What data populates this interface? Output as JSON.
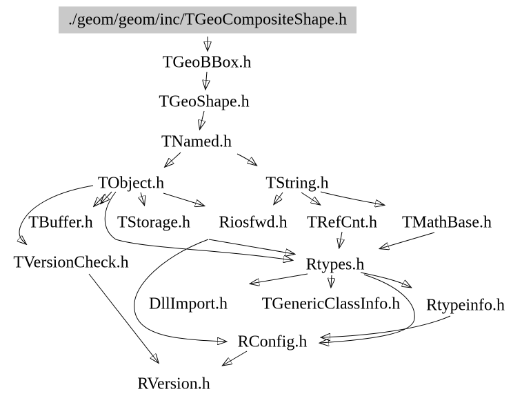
{
  "diagram": {
    "kind": "include-dependency-graph",
    "colors": {
      "background": "#ffffff",
      "edge": "#000000",
      "text": "#000000",
      "root_node_background": "#c9c9c9"
    }
  },
  "graph": {
    "nodes": [
      {
        "id": "root",
        "label": "./geom/geom/inc/TGeoCompositeShape.h"
      },
      {
        "id": "tgeobbox",
        "label": "TGeoBBox.h"
      },
      {
        "id": "tgeoshape",
        "label": "TGeoShape.h"
      },
      {
        "id": "tnamed",
        "label": "TNamed.h"
      },
      {
        "id": "tobject",
        "label": "TObject.h"
      },
      {
        "id": "tstring",
        "label": "TString.h"
      },
      {
        "id": "tbuffer",
        "label": "TBuffer.h"
      },
      {
        "id": "tstorage",
        "label": "TStorage.h"
      },
      {
        "id": "riosfwd",
        "label": "Riosfwd.h"
      },
      {
        "id": "trefcnt",
        "label": "TRefCnt.h"
      },
      {
        "id": "tmathbase",
        "label": "TMathBase.h"
      },
      {
        "id": "tversioncheck",
        "label": "TVersionCheck.h"
      },
      {
        "id": "rtypes",
        "label": "Rtypes.h"
      },
      {
        "id": "dllimport",
        "label": "DllImport.h"
      },
      {
        "id": "tgenericclassinfo",
        "label": "TGenericClassInfo.h"
      },
      {
        "id": "rtypeinfo",
        "label": "Rtypeinfo.h"
      },
      {
        "id": "rconfig",
        "label": "RConfig.h"
      },
      {
        "id": "rversion",
        "label": "RVersion.h"
      }
    ],
    "edges": [
      [
        "root",
        "tgeobbox"
      ],
      [
        "tgeobbox",
        "tgeoshape"
      ],
      [
        "tgeoshape",
        "tnamed"
      ],
      [
        "tnamed",
        "tobject"
      ],
      [
        "tnamed",
        "tstring"
      ],
      [
        "tobject",
        "tbuffer"
      ],
      [
        "tobject",
        "tbuffer"
      ],
      [
        "tobject",
        "tstorage"
      ],
      [
        "tobject",
        "riosfwd"
      ],
      [
        "tobject",
        "tversioncheck"
      ],
      [
        "tobject",
        "rtypes"
      ],
      [
        "tstring",
        "riosfwd"
      ],
      [
        "tstring",
        "trefcnt"
      ],
      [
        "tstring",
        "tmathbase"
      ],
      [
        "trefcnt",
        "rtypes"
      ],
      [
        "tmathbase",
        "rtypes"
      ],
      [
        "riosfwd",
        "rtypes"
      ],
      [
        "riosfwd",
        "rconfig"
      ],
      [
        "rtypes",
        "dllimport"
      ],
      [
        "rtypes",
        "tgenericclassinfo"
      ],
      [
        "rtypes",
        "rtypeinfo"
      ],
      [
        "rtypes",
        "rconfig"
      ],
      [
        "rtypeinfo",
        "rconfig"
      ],
      [
        "tversioncheck",
        "rversion"
      ],
      [
        "rconfig",
        "rversion"
      ]
    ]
  }
}
